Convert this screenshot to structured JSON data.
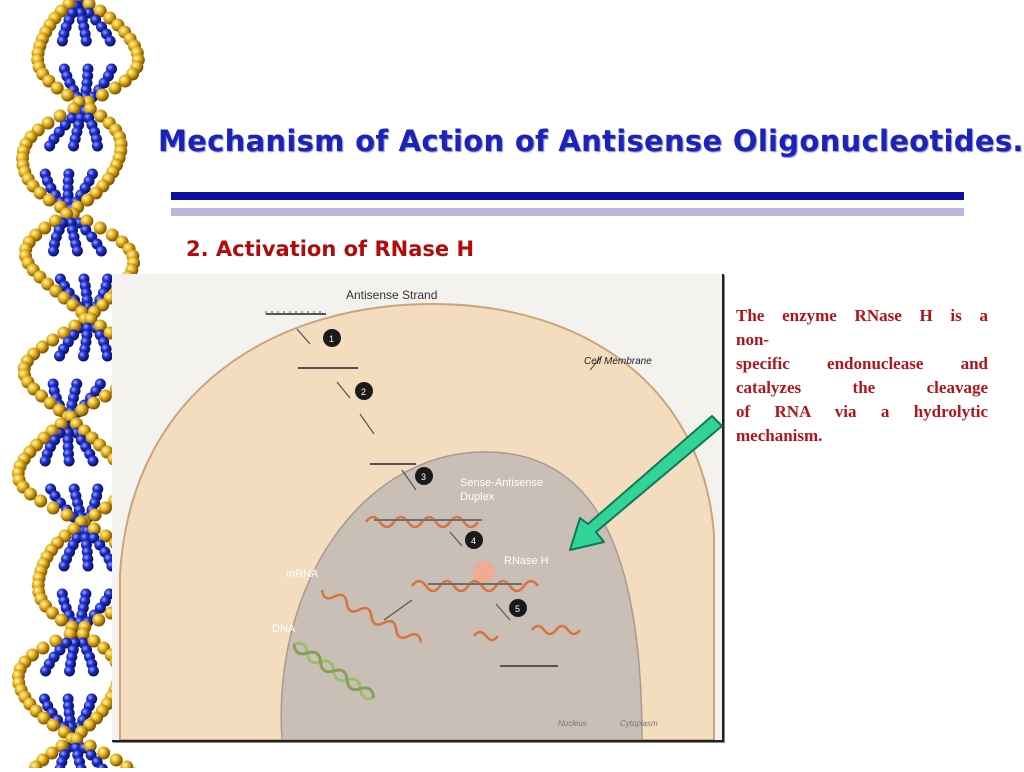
{
  "slide": {
    "title": "Mechanism of Action of Antisense Oligonucleotides.",
    "subtitle": "2. Activation of RNase H"
  },
  "figure": {
    "labels": {
      "antisense_strand": "Antisense Strand",
      "cell_membrane": "Cell Membrane",
      "sense_antisense_1": "Sense-Antisense",
      "sense_antisense_2": "Duplex",
      "rnase_h": "RNase H",
      "mrna": "mRNA",
      "dna": "DNA",
      "nucleus": "Nucleus",
      "cytoplasm": "Cytoplasm"
    },
    "steps": [
      "1",
      "2",
      "3",
      "4",
      "5"
    ]
  },
  "description": {
    "line1": "The enzyme RNase H is a",
    "line2": "non-",
    "line3": "specific endonuclease and",
    "line4": "catalyzes the cleavage",
    "line5": "of RNA via a hydrolytic",
    "line6": "mechanism."
  },
  "colors": {
    "title": "#1c23b8",
    "subtitle": "#b30a0a",
    "description": "#b3141a",
    "arrow": "#32d399"
  }
}
